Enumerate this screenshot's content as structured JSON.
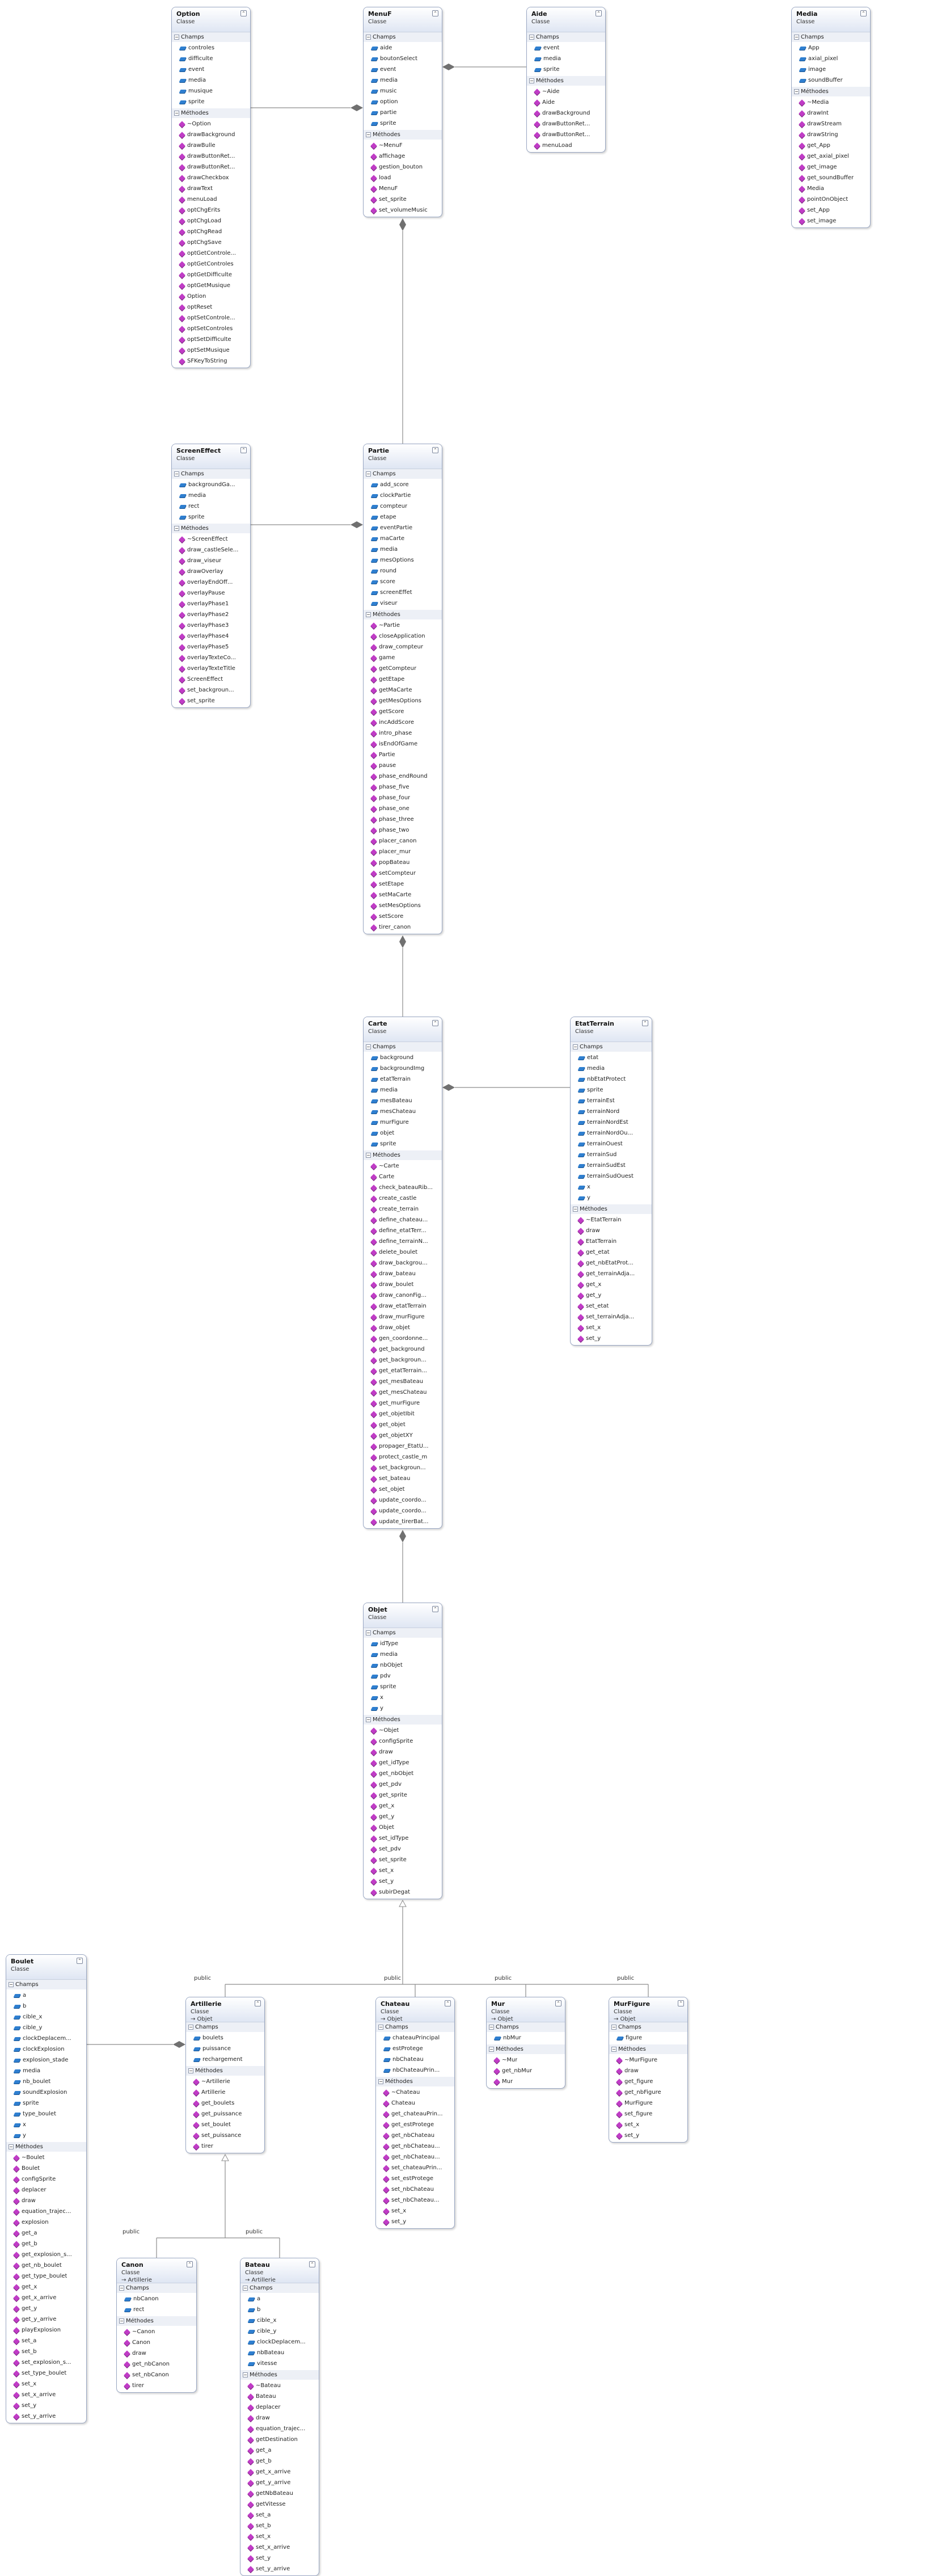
{
  "labels": {
    "fields": "Champs",
    "methods": "Méthodes",
    "public": "public",
    "collapse": "⌃",
    "toggle": "−"
  },
  "colors": {
    "border": "#98a6c2",
    "header_bottom": "#dfe6f3",
    "field_icon": "#2f7fd0",
    "method_icon": "#c03cc6",
    "connector": "#8c8c8c"
  },
  "classes": [
    {
      "id": "option",
      "name": "Option",
      "kind": "Classe",
      "fields": [
        "controles",
        "difficulte",
        "event",
        "media",
        "musique",
        "sprite"
      ],
      "methods": [
        "~Option",
        "drawBackground",
        "drawBulle",
        "drawButtonRet...",
        "drawButtonRet...",
        "drawCheckbox",
        "drawText",
        "menuLoad",
        "optChgErits",
        "optChgLoad",
        "optChgRead",
        "optChgSave",
        "optGetControle...",
        "optGetControles",
        "optGetDifficulte",
        "optGetMusique",
        "Option",
        "optReset",
        "optSetControle...",
        "optSetControles",
        "optSetDifficulte",
        "optSetMusique",
        "SFKeyToString"
      ]
    },
    {
      "id": "menuf",
      "name": "MenuF",
      "kind": "Classe",
      "fields": [
        "aide",
        "boutonSelect",
        "event",
        "media",
        "music",
        "option",
        "partie",
        "sprite"
      ],
      "methods": [
        "~MenuF",
        "affichage",
        "gestion_bouton",
        "load",
        "MenuF",
        "set_sprite",
        "set_volumeMusic"
      ]
    },
    {
      "id": "aide",
      "name": "Aide",
      "kind": "Classe",
      "fields": [
        "event",
        "media",
        "sprite"
      ],
      "methods": [
        "~Aide",
        "Aide",
        "drawBackground",
        "drawButtonRet...",
        "drawButtonRet...",
        "menuLoad"
      ]
    },
    {
      "id": "media",
      "name": "Media",
      "kind": "Classe",
      "fields": [
        "App",
        "axial_pixel",
        "image",
        "soundBuffer"
      ],
      "methods": [
        "~Media",
        "drawInt",
        "drawStream",
        "drawString",
        "get_App",
        "get_axial_pixel",
        "get_image",
        "get_soundBuffer",
        "Media",
        "pointOnObject",
        "set_App",
        "set_image"
      ]
    },
    {
      "id": "screeneffect",
      "name": "ScreenEffect",
      "kind": "Classe",
      "fields": [
        "backgroundGa...",
        "media",
        "rect",
        "sprite"
      ],
      "methods": [
        "~ScreenEffect",
        "draw_castleSele...",
        "draw_viseur",
        "drawOverlay",
        "overlayEndOff...",
        "overlayPause",
        "overlayPhase1",
        "overlayPhase2",
        "overlayPhase3",
        "overlayPhase4",
        "overlayPhase5",
        "overlayTexteCo...",
        "overlayTexteTitle",
        "ScreenEffect",
        "set_backgroun...",
        "set_sprite"
      ]
    },
    {
      "id": "partie",
      "name": "Partie",
      "kind": "Classe",
      "fields": [
        "add_score",
        "clockPartie",
        "compteur",
        "etape",
        "eventPartie",
        "maCarte",
        "media",
        "mesOptions",
        "round",
        "score",
        "screenEffet",
        "viseur"
      ],
      "methods": [
        "~Partie",
        "closeApplication",
        "draw_compteur",
        "game",
        "getCompteur",
        "getEtape",
        "getMaCarte",
        "getMesOptions",
        "getScore",
        "incAddScore",
        "intro_phase",
        "isEndOfGame",
        "Partie",
        "pause",
        "phase_endRound",
        "phase_five",
        "phase_four",
        "phase_one",
        "phase_three",
        "phase_two",
        "placer_canon",
        "placer_mur",
        "popBateau",
        "setCompteur",
        "setEtape",
        "setMaCarte",
        "setMesOptions",
        "setScore",
        "tirer_canon"
      ]
    },
    {
      "id": "carte",
      "name": "Carte",
      "kind": "Classe",
      "fields": [
        "background",
        "backgroundImg",
        "etatTerrain",
        "media",
        "mesBateau",
        "mesChateau",
        "murFigure",
        "objet",
        "sprite"
      ],
      "methods": [
        "~Carte",
        "Carte",
        "check_bateauRib...",
        "create_castle",
        "create_terrain",
        "define_chateau...",
        "define_etatTerr...",
        "define_terrainN...",
        "delete_boulet",
        "draw_backgrou...",
        "draw_bateau",
        "draw_boulet",
        "draw_canonFig...",
        "draw_etatTerrain",
        "draw_murFigure",
        "draw_objet",
        "gen_coordonne...",
        "get_background",
        "get_backgroun...",
        "get_etatTerrain...",
        "get_mesBateau",
        "get_mesChateau",
        "get_murFigure",
        "get_objetIbit",
        "get_objet",
        "get_objetXY",
        "propager_EtatU...",
        "protect_castle_m",
        "set_backgroun...",
        "set_bateau",
        "set_objet",
        "update_coordo...",
        "update_coordo...",
        "update_tirerBat..."
      ]
    },
    {
      "id": "etatterrain",
      "name": "EtatTerrain",
      "kind": "Classe",
      "fields": [
        "etat",
        "media",
        "nbEtatProtect",
        "sprite",
        "terrainEst",
        "terrainNord",
        "terrainNordEst",
        "terrainNordOu...",
        "terrainOuest",
        "terrainSud",
        "terrainSudEst",
        "terrainSudOuest",
        "x",
        "y"
      ],
      "methods": [
        "~EtatTerrain",
        "draw",
        "EtatTerrain",
        "get_etat",
        "get_nbEtatProt...",
        "get_terrainAdja...",
        "get_x",
        "get_y",
        "set_etat",
        "set_terrainAdja...",
        "set_x",
        "set_y"
      ]
    },
    {
      "id": "objet",
      "name": "Objet",
      "kind": "Classe",
      "fields": [
        "idType",
        "media",
        "nbObjet",
        "pdv",
        "sprite",
        "x",
        "y"
      ],
      "methods": [
        "~Objet",
        "configSprite",
        "draw",
        "get_idType",
        "get_nbObjet",
        "get_pdv",
        "get_sprite",
        "get_x",
        "get_y",
        "Objet",
        "set_idType",
        "set_pdv",
        "set_sprite",
        "set_x",
        "set_y",
        "subirDegat"
      ]
    },
    {
      "id": "boulet",
      "name": "Boulet",
      "kind": "Classe",
      "fields": [
        "a",
        "b",
        "cible_x",
        "cible_y",
        "clockDeplacem...",
        "clockExplosion",
        "explosion_stade",
        "media",
        "nb_boulet",
        "soundExplosion",
        "sprite",
        "type_boulet",
        "x",
        "y"
      ],
      "methods": [
        "~Boulet",
        "Boulet",
        "configSprite",
        "deplacer",
        "draw",
        "equation_trajec...",
        "explosion",
        "get_a",
        "get_b",
        "get_explosion_s...",
        "get_nb_boulet",
        "get_type_boulet",
        "get_x",
        "get_x_arrive",
        "get_y",
        "get_y_arrive",
        "playExplosion",
        "set_a",
        "set_b",
        "set_explosion_s...",
        "set_type_boulet",
        "set_x",
        "set_x_arrive",
        "set_y",
        "set_y_arrive"
      ]
    },
    {
      "id": "artillerie",
      "name": "Artillerie",
      "kind": "Classe",
      "base": "→ Objet",
      "fields": [
        "boulets",
        "puissance",
        "rechargement"
      ],
      "methods": [
        "~Artillerie",
        "Artillerie",
        "get_boulets",
        "get_puissance",
        "set_boulet",
        "set_puissance",
        "tirer"
      ]
    },
    {
      "id": "chateau",
      "name": "Chateau",
      "kind": "Classe",
      "base": "→ Objet",
      "fields": [
        "chateauPrincipal",
        "estProtege",
        "nbChateau",
        "nbChateauPrin..."
      ],
      "methods": [
        "~Chateau",
        "Chateau",
        "get_chateauPrin...",
        "get_estProtege",
        "get_nbChateau",
        "get_nbChateau...",
        "get_nbChateau...",
        "set_chateauPrin...",
        "set_estProtege",
        "set_nbChateau",
        "set_nbChateau...",
        "set_x",
        "set_y"
      ]
    },
    {
      "id": "mur",
      "name": "Mur",
      "kind": "Classe",
      "base": "→ Objet",
      "fields": [
        "nbMur"
      ],
      "methods": [
        "~Mur",
        "get_nbMur",
        "Mur"
      ]
    },
    {
      "id": "murfigure",
      "name": "MurFigure",
      "kind": "Classe",
      "base": "→ Objet",
      "fields": [
        "figure"
      ],
      "methods": [
        "~MurFigure",
        "draw",
        "get_figure",
        "get_nbFigure",
        "MurFigure",
        "set_figure",
        "set_x",
        "set_y"
      ]
    },
    {
      "id": "canon",
      "name": "Canon",
      "kind": "Classe",
      "base": "→ Artillerie",
      "fields": [
        "nbCanon",
        "rect"
      ],
      "methods": [
        "~Canon",
        "Canon",
        "draw",
        "get_nbCanon",
        "set_nbCanon",
        "tirer"
      ]
    },
    {
      "id": "bateau",
      "name": "Bateau",
      "kind": "Classe",
      "base": "→ Artillerie",
      "fields": [
        "a",
        "b",
        "cible_x",
        "cible_y",
        "clockDeplacem...",
        "nbBateau",
        "vitesse"
      ],
      "methods": [
        "~Bateau",
        "Bateau",
        "deplacer",
        "draw",
        "equation_trajec...",
        "getDestination",
        "get_a",
        "get_b",
        "get_x_arrive",
        "get_y_arrive",
        "getNbBateau",
        "getVitesse",
        "set_a",
        "set_b",
        "set_x",
        "set_x_arrive",
        "set_y",
        "set_y_arrive"
      ]
    }
  ]
}
